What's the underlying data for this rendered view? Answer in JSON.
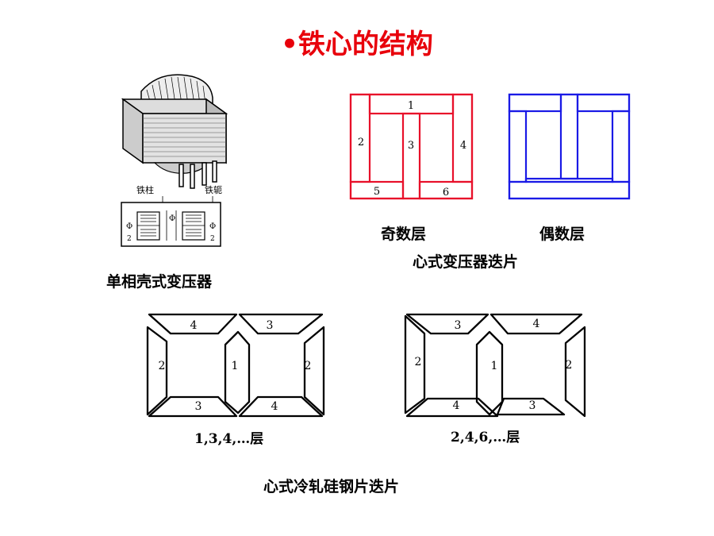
{
  "title": "•铁心的结构",
  "shell": {
    "caption": "单相壳式变压器",
    "label_core": "铁柱",
    "label_yoke": "铁轭",
    "phi": "Φ",
    "two": "2"
  },
  "core_laminations": {
    "caption": "心式变压器迭片",
    "odd_label": "奇数层",
    "even_label": "偶数层",
    "piece_labels": [
      "1",
      "2",
      "3",
      "4",
      "5",
      "6"
    ],
    "odd_color": "#e8102a",
    "even_color": "#1a1ae6"
  },
  "cold_rolled": {
    "caption": "心式冷轧硅钢片迭片",
    "left_caption": "1,3,4,…层",
    "right_caption": "2,4,6,…层",
    "left_labels": {
      "top_left": "4",
      "top_right": "3",
      "left": "2",
      "center": "1",
      "right": "2",
      "bottom_left": "3",
      "bottom_right": "4"
    },
    "right_labels": {
      "top_left": "3",
      "top_right": "4",
      "left": "2",
      "center": "1",
      "right": "2",
      "bottom_left": "4",
      "bottom_right": "3"
    }
  }
}
